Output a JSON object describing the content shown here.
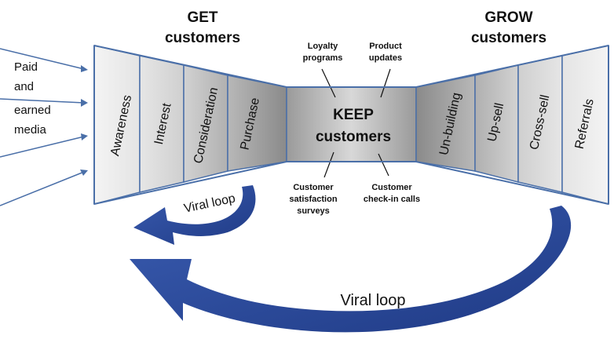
{
  "get_header": [
    "GET",
    "customers"
  ],
  "grow_header": [
    "GROW",
    "customers"
  ],
  "inputs": [
    "Paid",
    "and",
    "earned",
    "media"
  ],
  "get_stages": [
    "Awareness",
    "Interest",
    "Consideration",
    "Purchase"
  ],
  "keep_center": [
    "KEEP",
    "customers"
  ],
  "keep_tactics_top": [
    {
      "lines": [
        "Loyalty",
        "programs"
      ]
    },
    {
      "lines": [
        "Product",
        "updates"
      ]
    }
  ],
  "keep_tactics_bottom": [
    {
      "lines": [
        "Customer",
        "satisfaction",
        "surveys"
      ]
    },
    {
      "lines": [
        "Customer",
        "check-in calls"
      ]
    }
  ],
  "grow_stages": [
    "Un-building",
    "Up-sell",
    "Cross-sell",
    "Referrals"
  ],
  "loops": {
    "small": "Viral loop",
    "large": "Viral loop"
  },
  "colors": {
    "frame": "#4a6fa8",
    "arrow": "#2f4fa0",
    "arrow_dark": "#1f3a85"
  }
}
